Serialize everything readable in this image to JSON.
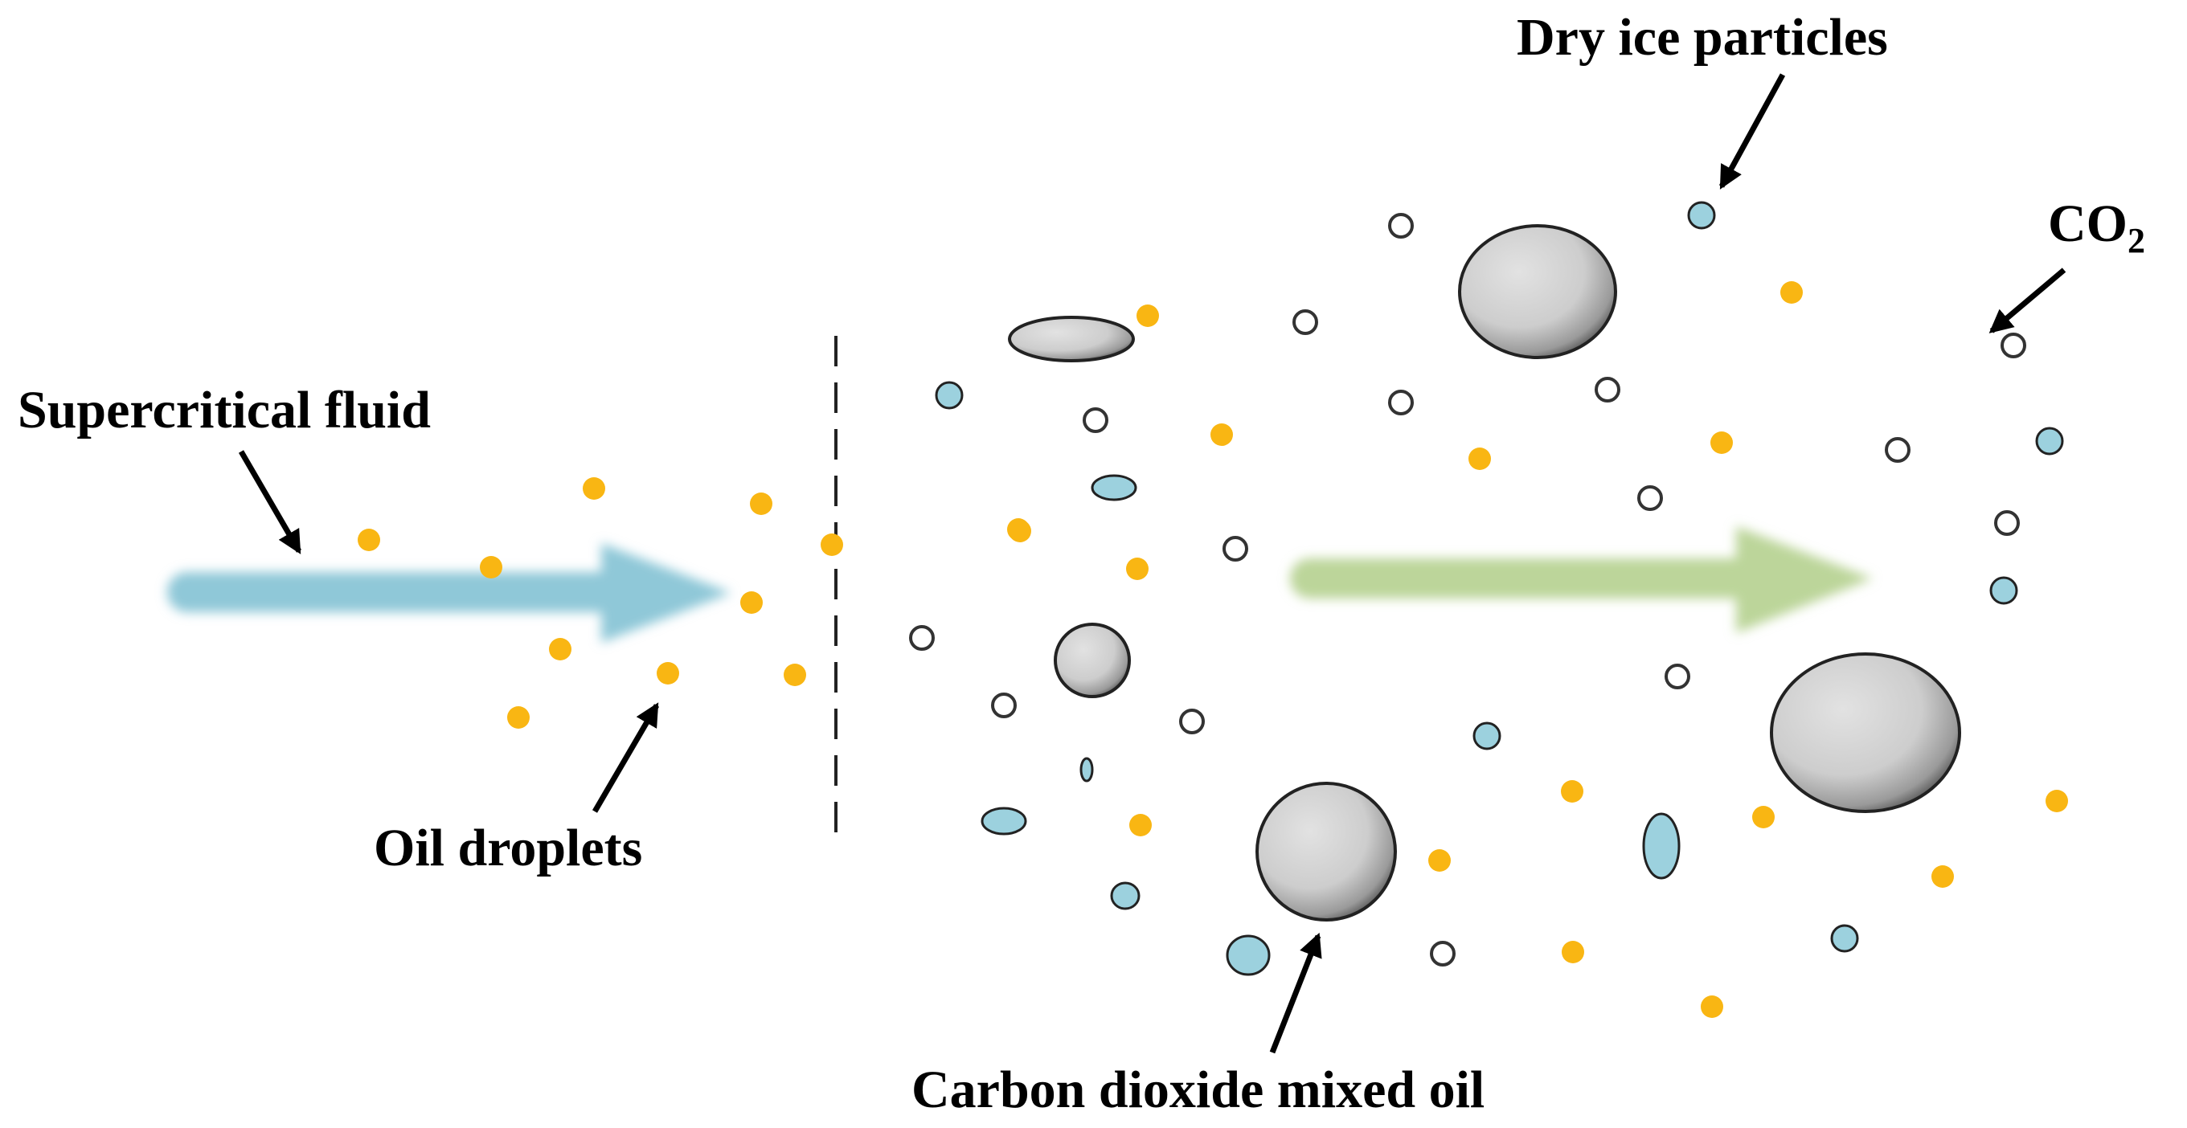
{
  "labels": {
    "supercritical_fluid": "Supercritical fluid",
    "oil_droplets": "Oil droplets",
    "dry_ice_particles": "Dry ice particles",
    "co2_main": "CO",
    "co2_sub": "2",
    "carbon_dioxide_mixed_oil": "Carbon dioxide mixed oil"
  },
  "colors": {
    "inlet_flow_arrow": "#8fc8d8",
    "outlet_flow_arrow": "#bcd59a",
    "oil_droplet": "#f9b613",
    "dry_ice_particle": "#9cd1de",
    "co2_bubble_stroke": "#333333",
    "mixed_oil_droplet": "#cfcfcf",
    "particle_outline": "#222222"
  },
  "icons": {
    "inlet_flow_arrow": "blurred-right-arrow",
    "outlet_flow_arrow": "blurred-right-arrow",
    "nozzle_boundary": "dashed-vertical-line",
    "oil_droplet": "filled-dot",
    "dry_ice_particle": "cyan-ellipse",
    "co2_bubble": "hollow-circle",
    "mixed_oil_droplet": "grey-shaded-sphere"
  }
}
